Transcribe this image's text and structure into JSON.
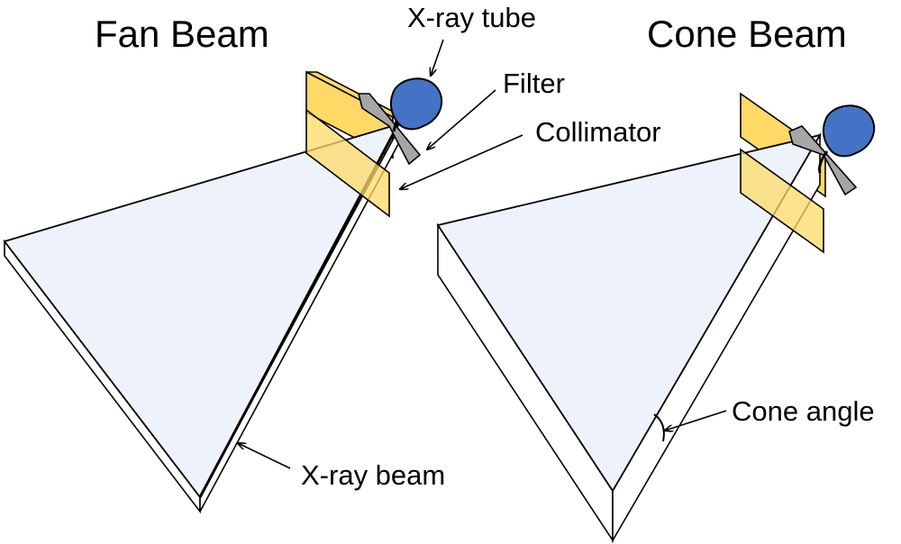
{
  "titles": {
    "fan": "Fan Beam",
    "cone": "Cone Beam"
  },
  "labels": {
    "xray_tube": "X-ray tube",
    "filter": "Filter",
    "collimator": "Collimator",
    "xray_beam": "X-ray beam",
    "cone_angle": "Cone angle"
  },
  "colors": {
    "tube": "#4472C4",
    "collimator": "#FFD966",
    "filter": "#A6A6A6",
    "beam": "#EEF2FA",
    "outline": "#000000"
  },
  "icons": {
    "tube": "xray-tube-icon",
    "filter": "bowtie-filter-icon",
    "collimator": "collimator-plate-icon"
  }
}
